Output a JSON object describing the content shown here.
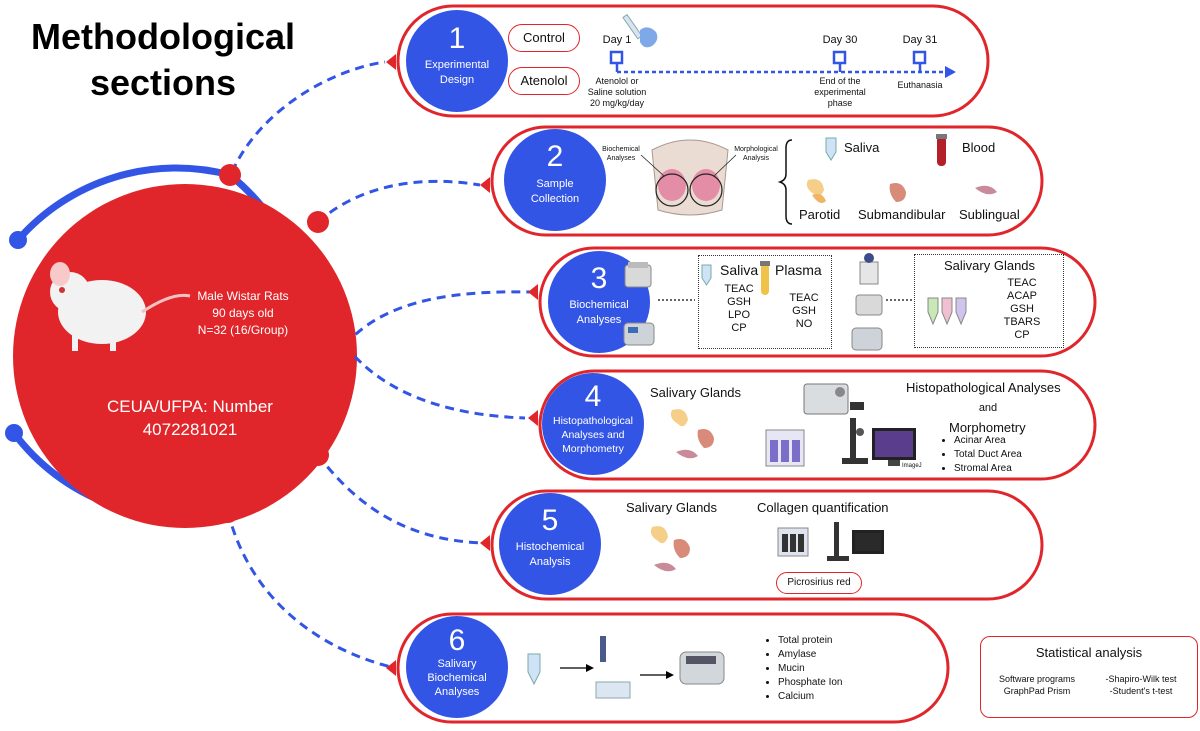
{
  "title_line1": "Methodological",
  "title_line2": "sections",
  "colors": {
    "red": "#e0262b",
    "blue": "#3355e6",
    "pink": "#f1b8a8",
    "tissue": "#d98b7a"
  },
  "center": {
    "line1": "Male Wistar Rats",
    "line2": "90 days old",
    "line3": "N=32 (16/Group)",
    "ceua1": "CEUA/UFPA: Number",
    "ceua2": "4072281021"
  },
  "sections": [
    {
      "number": "1",
      "label_lines": [
        "Experimental",
        "Design"
      ],
      "groups": [
        "Control",
        "Atenolol"
      ],
      "timeline": [
        {
          "day": "Day 1",
          "note": [
            "Atenolol or",
            "Saline solution",
            "20 mg/kg/day"
          ]
        },
        {
          "day": "Day 30",
          "note": [
            "End of the",
            "experimental",
            "phase"
          ]
        },
        {
          "day": "Day 31",
          "note": [
            "Euthanasia"
          ]
        }
      ]
    },
    {
      "number": "2",
      "label_lines": [
        "Sample",
        "Collection"
      ],
      "callouts": [
        "Biochemical",
        "Analyses",
        "Morphological",
        "Analysis"
      ],
      "samples": [
        "Saliva",
        "Blood",
        "Parotid",
        "Submandibular",
        "Sublingual"
      ]
    },
    {
      "number": "3",
      "label_lines": [
        "Biochemical",
        "Analyses"
      ],
      "saliva_title": "Saliva",
      "saliva_items": [
        "TEAC",
        "GSH",
        "LPO",
        "CP"
      ],
      "plasma_title": "Plasma",
      "plasma_items": [
        "TEAC",
        "GSH",
        "NO"
      ],
      "glands_title": "Salivary Glands",
      "glands_items": [
        "TEAC",
        "ACAP",
        "GSH",
        "TBARS",
        "CP"
      ]
    },
    {
      "number": "4",
      "label_lines": [
        "Histopathological",
        "Analyses and",
        "Morphometry"
      ],
      "glands_title": "Salivary Glands",
      "histo_title": "Histopathological Analyses",
      "and": "and",
      "morph_title": "Morphometry",
      "morph_items": [
        "Acinar Area",
        "Total Duct Area",
        "Stromal Area"
      ],
      "software_label": "ImageJ"
    },
    {
      "number": "5",
      "label_lines": [
        "Histochemical",
        "Analysis"
      ],
      "glands_title": "Salivary Glands",
      "collagen_title": "Collagen quantification",
      "stain": "Picrosirius red"
    },
    {
      "number": "6",
      "label_lines": [
        "Salivary",
        "Biochemical",
        "Analyses"
      ],
      "items": [
        "Total protein",
        "Amylase",
        "Mucin",
        "Phosphate Ion",
        "Calcium"
      ]
    }
  ],
  "stats": {
    "title": "Statistical analysis",
    "left": [
      "Software programs",
      "GraphPad Prism"
    ],
    "right": [
      "-Shapiro-Wilk test",
      "-Student's t-test"
    ]
  }
}
